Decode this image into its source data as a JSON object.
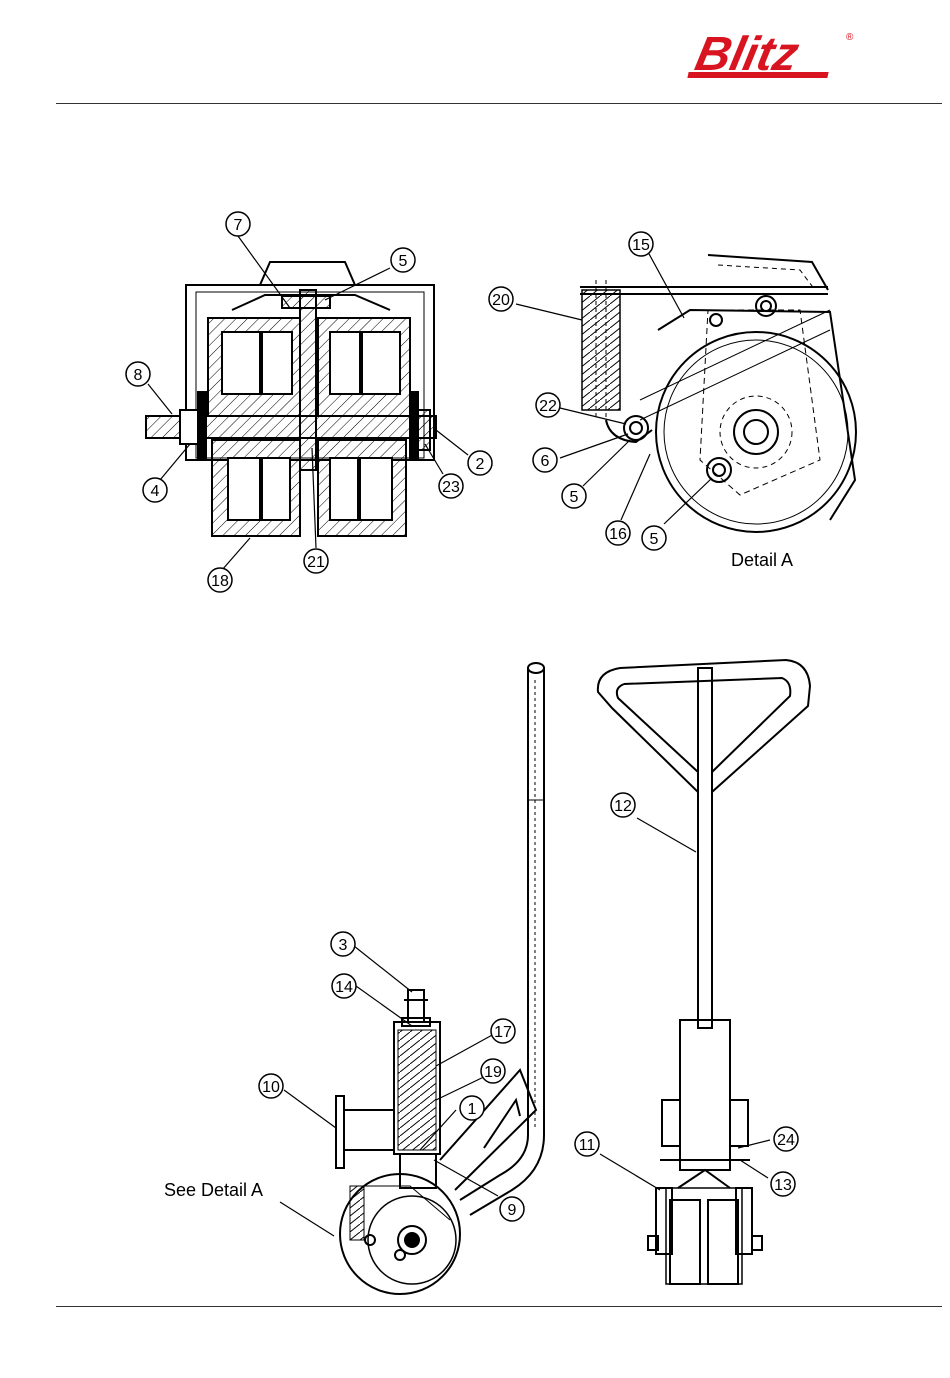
{
  "header": {
    "brand": "Blitz",
    "registered": "®",
    "brand_color": "#d7141f"
  },
  "figure_top_left": {
    "callouts": [
      "7",
      "5",
      "8",
      "4",
      "2",
      "23",
      "21",
      "18"
    ]
  },
  "figure_detail": {
    "callouts": [
      "15",
      "20",
      "22",
      "6",
      "5",
      "16",
      "5"
    ],
    "caption": "Detail A"
  },
  "figure_side": {
    "callouts": [
      "3",
      "14",
      "17",
      "19",
      "10",
      "1",
      "9"
    ],
    "note": "See Detail A"
  },
  "figure_front": {
    "callouts": [
      "12",
      "11",
      "24",
      "13"
    ]
  },
  "colors": {
    "line": "#000000",
    "rule": "#333333"
  }
}
